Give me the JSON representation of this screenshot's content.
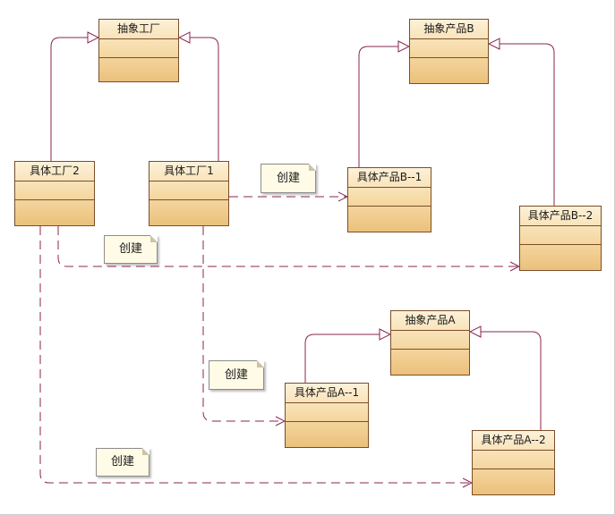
{
  "classes": {
    "abstract_factory": "抽象工厂",
    "concrete_factory_2": "具体工厂2",
    "concrete_factory_1": "具体工厂1",
    "abstract_product_b": "抽象产品B",
    "product_b1": "具体产品B--1",
    "product_b2": "具体产品B--2",
    "abstract_product_a": "抽象产品A",
    "product_a1": "具体产品A--1",
    "product_a2": "具体产品A--2"
  },
  "notes": {
    "create_1": "创建",
    "create_2": "创建",
    "create_3": "创建",
    "create_4": "创建"
  },
  "colors": {
    "link": "#8a2451",
    "class_border": "#7a4e2a",
    "class_fill_top": "#fdf1d8",
    "class_fill_bottom": "#ebc07b",
    "note_fill": "#fffbe6"
  }
}
